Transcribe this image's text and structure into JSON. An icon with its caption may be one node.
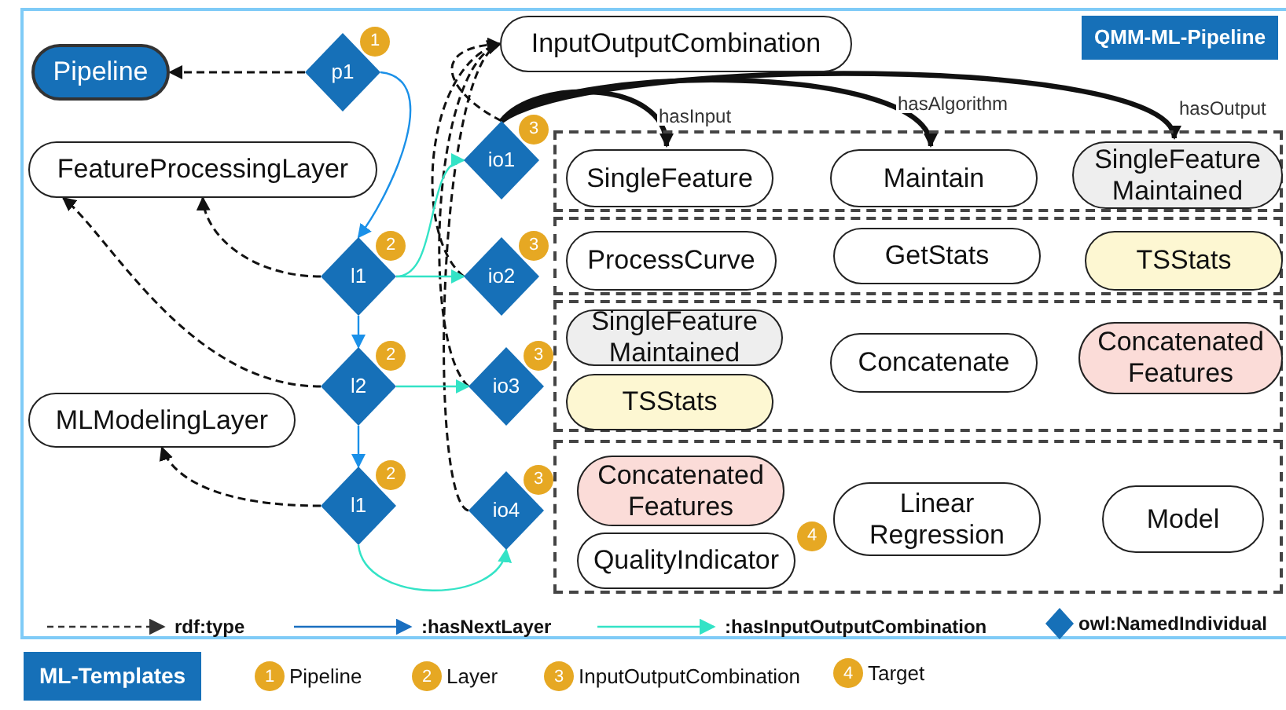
{
  "diagram": {
    "nodes": [
      {
        "text": [
          "Pipeline"
        ]
      },
      {
        "text": [
          "FeatureProcessingLayer"
        ]
      },
      {
        "text": [
          "MLModelingLayer"
        ]
      },
      {
        "text": [
          "p1"
        ],
        "beside": [
          "1"
        ]
      },
      {
        "text": [
          "l1"
        ],
        "beside": [
          "2"
        ]
      },
      {
        "text": [
          "l2"
        ],
        "beside": [
          "2"
        ]
      },
      {
        "text": [
          "l1"
        ],
        "beside": [
          "2"
        ]
      },
      {
        "text": [
          "InputOutputCombination"
        ]
      },
      {
        "text": [
          "io1"
        ],
        "beside": [
          "3"
        ]
      },
      {
        "text": [
          "io2"
        ],
        "beside": [
          "3"
        ]
      },
      {
        "text": [
          "io3"
        ],
        "beside": [
          "3"
        ]
      },
      {
        "text": [
          "io4"
        ],
        "beside": [
          "3"
        ]
      },
      {
        "text": [],
        "shape": "box"
      },
      {
        "text": [
          "SingleFeature"
        ],
        "in": 12
      },
      {
        "text": [
          "Maintain"
        ],
        "in": 12
      },
      {
        "text": [
          "SingleFeature Maintained"
        ],
        "in": 12
      },
      {
        "text": [],
        "shape": "box"
      },
      {
        "text": [
          "ProcessCurve"
        ],
        "in": 16
      },
      {
        "text": [
          "GetStats"
        ],
        "in": 16
      },
      {
        "text": [
          "TSStats"
        ],
        "in": 16
      },
      {
        "text": [],
        "shape": "box"
      },
      {
        "text": [
          "SingleFeature Maintained"
        ],
        "in": 20
      },
      {
        "text": [
          "TSStats"
        ],
        "in": 20
      },
      {
        "text": [
          "Concatenate"
        ],
        "in": 20
      },
      {
        "text": [
          "Concatenated Features"
        ],
        "in": 20
      },
      {
        "text": [],
        "shape": "box"
      },
      {
        "text": [
          "Concatenated Features"
        ],
        "in": 25
      },
      {
        "text": [
          "QualityIndicator"
        ],
        "in": 25,
        "beside": [
          "4"
        ]
      },
      {
        "text": [
          "Linear Regression"
        ],
        "in": 25
      },
      {
        "text": [
          "Model"
        ],
        "in": 25
      }
    ],
    "edges": [
      {
        "from": 3,
        "to": 0,
        "arrow": "to",
        "style": "dashed"
      },
      {
        "from": 4,
        "to": 1,
        "arrow": "to",
        "style": "dashed"
      },
      {
        "from": 5,
        "to": 1,
        "arrow": "to",
        "style": "dashed"
      },
      {
        "from": 6,
        "to": 2,
        "arrow": "to",
        "style": "dashed"
      },
      {
        "from": 8,
        "to": 7,
        "arrow": "to",
        "style": "dashed"
      },
      {
        "from": 9,
        "to": 7,
        "arrow": "to",
        "style": "dashed"
      },
      {
        "from": 10,
        "to": 7,
        "arrow": "to",
        "style": "dashed"
      },
      {
        "from": 11,
        "to": 7,
        "arrow": "to",
        "style": "dashed"
      },
      {
        "from": 3,
        "to": 4,
        "arrow": "to",
        "color": "#1a90e8"
      },
      {
        "from": 4,
        "to": 5,
        "arrow": "to",
        "color": "#1a90e8"
      },
      {
        "from": 5,
        "to": 6,
        "arrow": "to",
        "color": "#1a90e8"
      },
      {
        "from": 4,
        "to": 8,
        "arrow": "to",
        "color": "#33e3c6"
      },
      {
        "from": 4,
        "to": 9,
        "arrow": "to",
        "color": "#33e3c6"
      },
      {
        "from": 5,
        "to": 10,
        "arrow": "to",
        "color": "#33e3c6"
      },
      {
        "from": 6,
        "to": 11,
        "arrow": "to",
        "color": "#33e3c6"
      },
      {
        "from": 8,
        "to": 13,
        "arrow": "to",
        "label": "hasInput",
        "style": "thick"
      },
      {
        "from": 8,
        "to": 14,
        "arrow": "to",
        "label": "hasAlgorithm",
        "style": "thick"
      },
      {
        "from": 8,
        "to": 15,
        "arrow": "to",
        "label": "hasOutput",
        "style": "thick"
      }
    ],
    "labels": [
      "QMM-ML-Pipeline",
      "ML-Templates",
      "1",
      "2",
      "3",
      "4"
    ],
    "legend": [
      {
        "text": "rdf:type"
      },
      {
        "text": ":hasNextLayer"
      },
      {
        "text": ":hasInputOutputCombination"
      },
      {
        "text": "owl:NamedIndividual"
      },
      {
        "text": "Pipeline",
        "color": "#e6a823"
      },
      {
        "text": "Layer",
        "color": "#e6a823"
      },
      {
        "text": "InputOutputCombination",
        "color": "#e6a823"
      },
      {
        "text": "Target",
        "color": "#e6a823"
      }
    ]
  }
}
